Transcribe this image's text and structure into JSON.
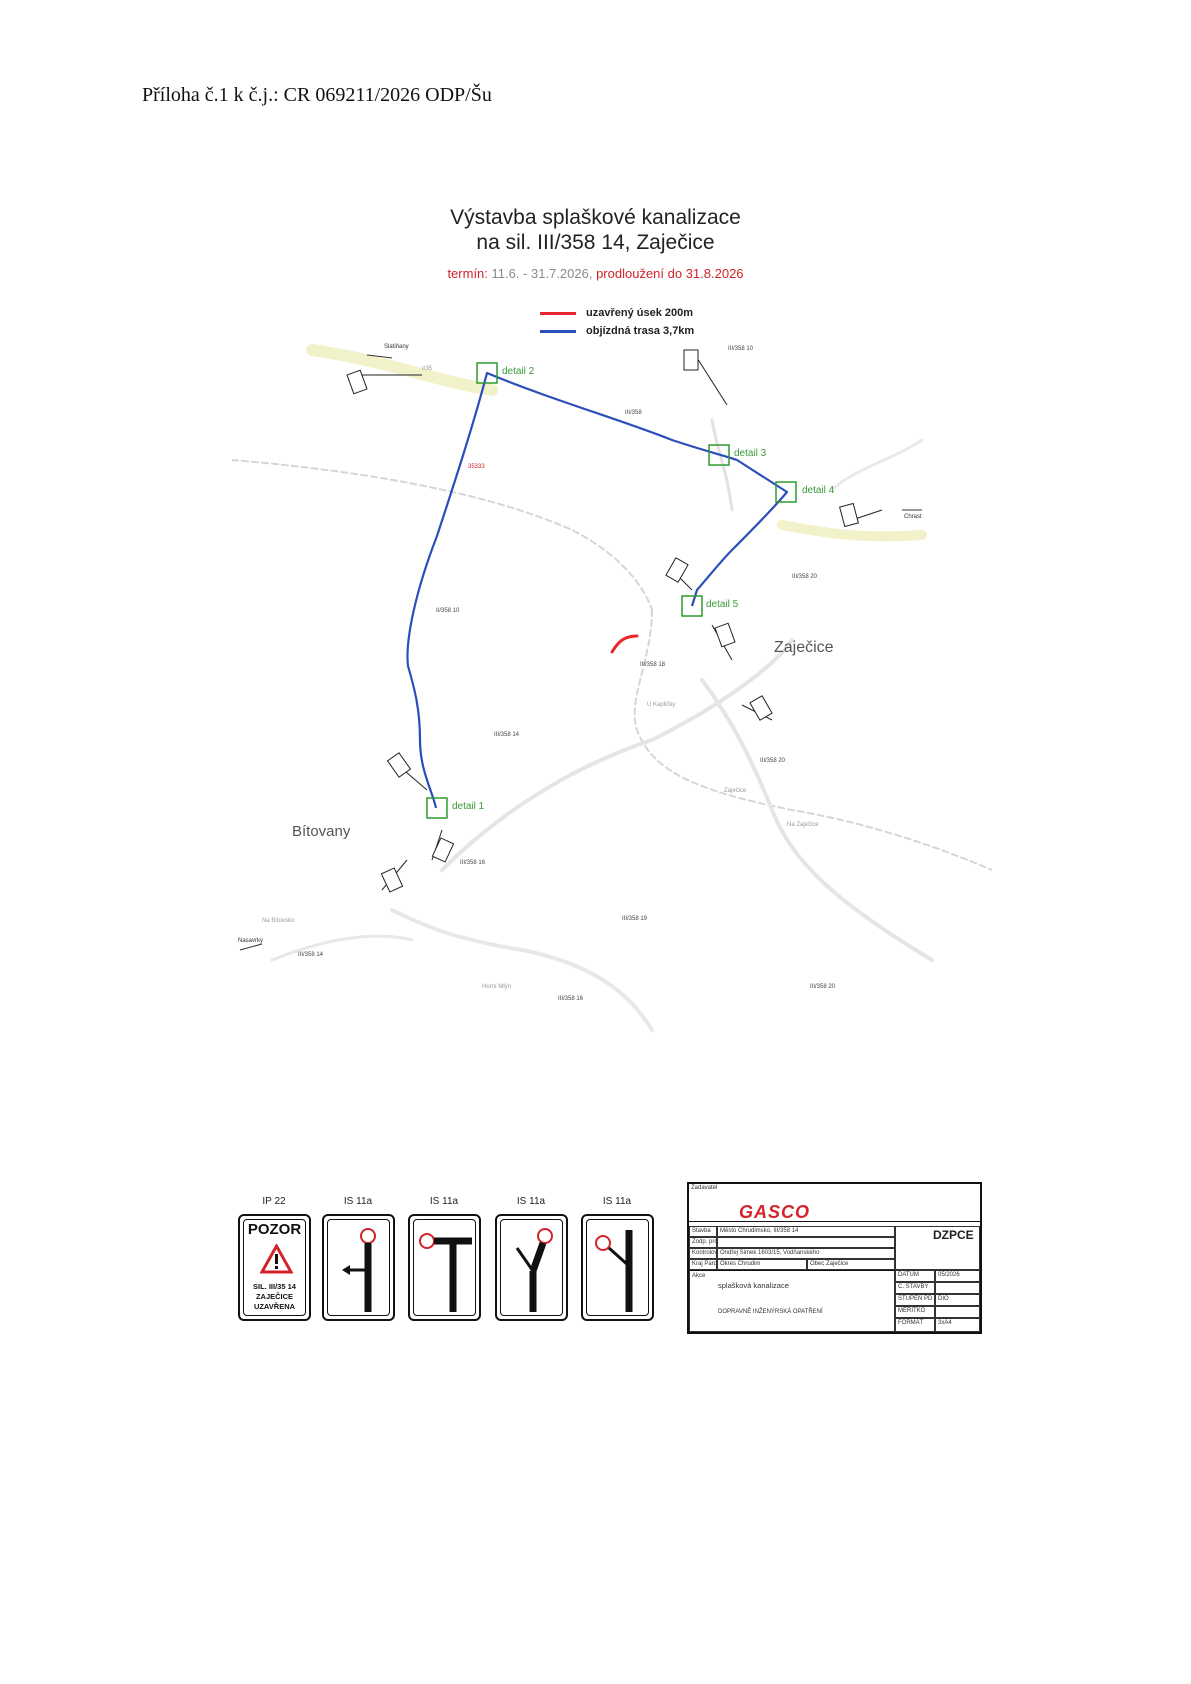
{
  "header": {
    "annex": "Příloha č.1 k č.j.: CR 069211/2026 ODP/Šu"
  },
  "title": {
    "line1": "Výstavba splaškové kanalizace",
    "line2": "na sil. III/358 14, Zaječice"
  },
  "term": {
    "label": "termín:",
    "dates": " 11.6. - 31.7.2026,",
    "extension": " prodloužení do 31.8.2026"
  },
  "legend": {
    "closed": {
      "label": "uzavřený úsek 200m",
      "color": "#e8262e"
    },
    "detour": {
      "label": "objízdná trasa 3,7km",
      "color": "#2b4fb8"
    }
  },
  "map": {
    "details": [
      "detail 1",
      "detail 2",
      "detail 3",
      "detail 4",
      "detail 5"
    ],
    "places": {
      "bitovany": "Bítovany",
      "zajecice": "Zaječice"
    },
    "direction_labels": {
      "northwest": "Slatiňany",
      "east": "Chrast",
      "southwest": "Nasavrky"
    },
    "road_labels": [
      "III/358",
      "II/358 10",
      "III/358 14",
      "III/358 16",
      "III/358 20",
      "III/358 20",
      "III/358 16",
      "III/358 18",
      "III/358 19",
      "III/358 14",
      "III/358 20",
      "III/358 10"
    ],
    "local_labels": [
      "U Kapličky",
      "Na Zaječice",
      "Zaječice",
      "Na Bítovsko",
      "Horní Mlýn",
      "35333",
      "I/35"
    ],
    "colors": {
      "route": "#2b4fb8",
      "closed": "#e8262e",
      "detail": "#2e9a2e",
      "detail_text": "#3a9a3a"
    }
  },
  "signs": [
    {
      "code": "IP 22",
      "kind": "ip22",
      "line1": "POZOR",
      "line2": "SIL. III/35 14",
      "line3": "ZAJEČICE",
      "line4": "UZAVŘENA"
    },
    {
      "code": "IS 11a",
      "kind": "left"
    },
    {
      "code": "IS 11a",
      "kind": "tee"
    },
    {
      "code": "IS 11a",
      "kind": "fork"
    },
    {
      "code": "IS 11a",
      "kind": "branch"
    }
  ],
  "title_block": {
    "client_label": "Zadavatel",
    "company": "GASCO",
    "rows": [
      {
        "label": "Stavba",
        "value": "Město Chrudimsko, III/358 14"
      },
      {
        "label": "Zodp. projektant",
        "value": ""
      },
      {
        "label": "Kontroloval",
        "value": "Ondřej Šimek 1603/15, Vodňanského"
      },
      {
        "label": "Kraj Pardubický",
        "value": "Okres Chrudim",
        "extra": "Obec Zaječice"
      }
    ],
    "designer": "DZPCE",
    "part_label": "Akce",
    "part": "splašková kanalizace",
    "drawing": "DOPRAVNĚ INŽENÝRSKÁ OPATŘENÍ",
    "meta": [
      {
        "label": "DATUM",
        "value": "05/2026"
      },
      {
        "label": "Č. STAVBY",
        "value": ""
      },
      {
        "label": "STUPEŇ PD",
        "value": "DIO"
      },
      {
        "label": "MĚŘÍTKO",
        "value": ""
      },
      {
        "label": "FORMÁT",
        "value": "3xA4"
      }
    ]
  }
}
